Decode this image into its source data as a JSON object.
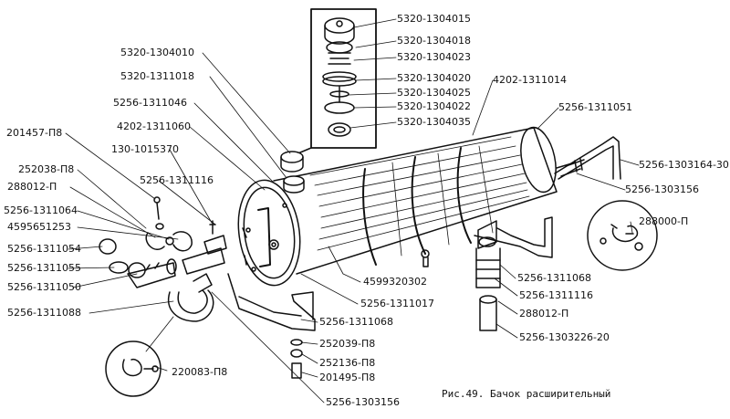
{
  "caption": "Рис.49. Бачок расширительный",
  "labels": {
    "l5320_1304015": "5320-1304015",
    "l5320_1304018": "5320-1304018",
    "l5320_1304023": "5320-1304023",
    "l5320_1304020": "5320-1304020",
    "l5320_1304025": "5320-1304025",
    "l5320_1304022": "5320-1304022",
    "l5320_1304035": "5320-1304035",
    "l5320_1304010": "5320-1304010",
    "l5320_1311018": "5320-1311018",
    "l4202_1311014": "4202-1311014",
    "l5256_1311046": "5256-1311046",
    "l4202_1311060": "4202-1311060",
    "l5256_1311051": "5256-1311051",
    "l201457": "201457-П8",
    "l130_1015370": "130-1015370",
    "l5256_1303164": "5256-1303164-30",
    "l252038": "252038-П8",
    "l5256_1311116_top": "5256-1311116",
    "l5256_1303156_right": "5256-1303156",
    "l288012_left": "288012-П",
    "l5256_1311064": "5256-1311064",
    "l4595651253": "4595651253",
    "l288000": "288000-П",
    "l5256_1311054": "5256-1311054",
    "l5256_1311055": "5256-1311055",
    "l5256_1311068_right": "5256-1311068",
    "l4599320302": "4599320302",
    "l5256_1311050": "5256-1311050",
    "l5256_1311116_right": "5256-1311116",
    "l5256_1311017": "5256-1311017",
    "l288012_right": "288012-П",
    "l5256_1311088": "5256-1311088",
    "l5256_1311068_bottom": "5256-1311068",
    "l5256_1303226": "5256-1303226-20",
    "l252039": "252039-П8",
    "l252136": "252136-П8",
    "l220083": "220083-П8",
    "l201495": "201495-П8",
    "l5256_1303156_bottom": "5256-1303156"
  }
}
